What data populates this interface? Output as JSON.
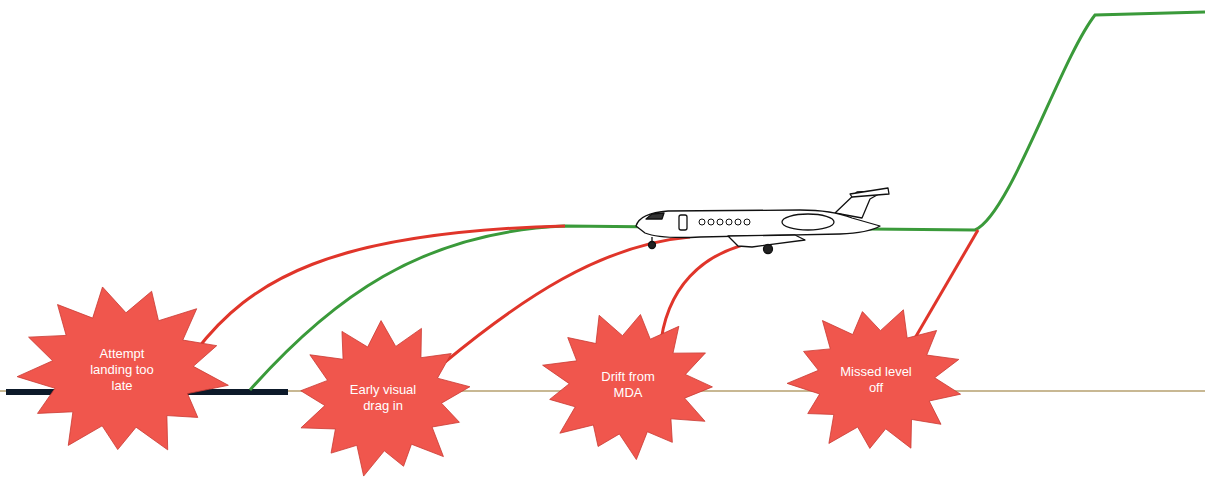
{
  "diagram": {
    "nodes": [
      {
        "text": [
          "Attempt landing too late"
        ]
      },
      {
        "text": [
          "Early visual drag in"
        ]
      },
      {
        "text": [
          "Drift from MDA"
        ]
      },
      {
        "text": [
          "Missed level off"
        ]
      }
    ]
  }
}
